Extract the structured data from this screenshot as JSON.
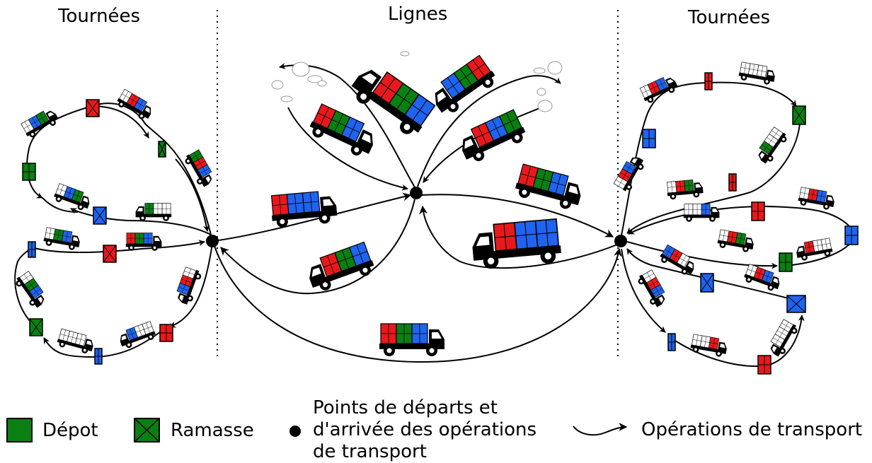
{
  "headings": {
    "left": "Tournées",
    "center": "Lignes",
    "right": "Tournées"
  },
  "legend": {
    "depot": "Dépot",
    "ramasse": "Ramasse",
    "points": [
      "Points de départs et",
      "d'arrivée des opérations",
      "de transport"
    ],
    "operations": "Opérations de transport"
  },
  "colors": {
    "red": "#e8191c",
    "green": "#0a7f12",
    "blue": "#1f63ef",
    "black": "#000000"
  }
}
